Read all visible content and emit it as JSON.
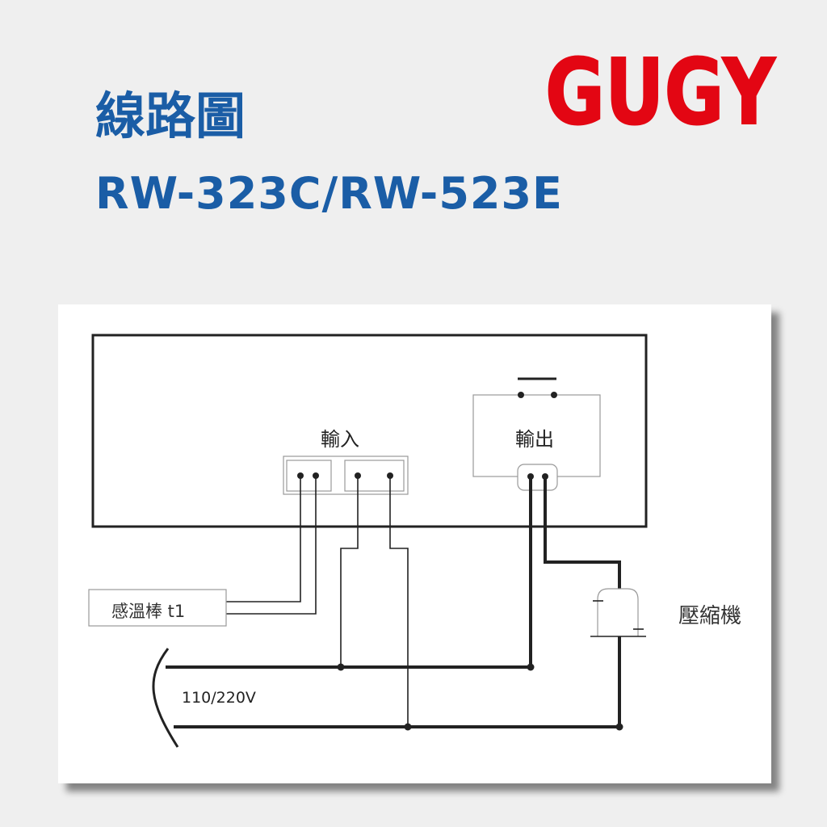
{
  "header": {
    "title": "線路圖",
    "model": "RW-323C/RW-523E",
    "logo_text": "GUGY",
    "title_color": "#1a5da6",
    "logo_color": "#e30613"
  },
  "diagram": {
    "input_label": "輸入",
    "output_label": "輸出",
    "sensor_label": "感溫棒 t1",
    "compressor_label": "壓縮機",
    "power_label": "110/220V"
  }
}
